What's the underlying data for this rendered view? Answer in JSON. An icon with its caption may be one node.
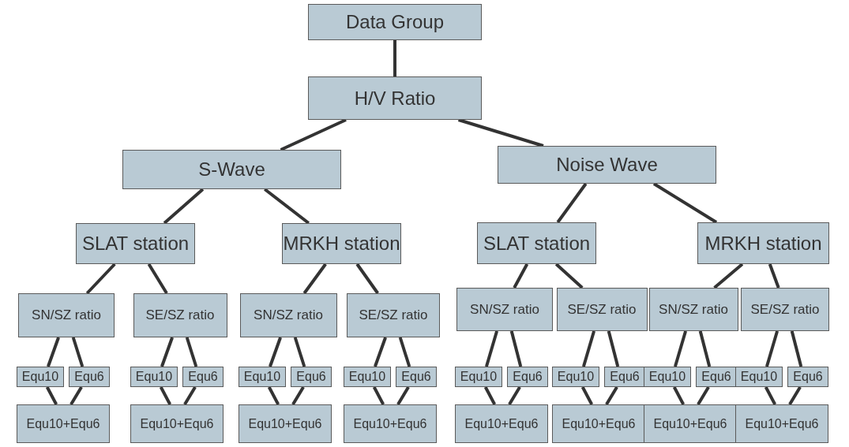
{
  "diagram": {
    "nodes": [
      {
        "text": [
          "Data Group"
        ]
      },
      {
        "text": [
          "H/V Ratio"
        ]
      },
      {
        "text": [
          "S-Wave"
        ]
      },
      {
        "text": [
          "Noise Wave"
        ]
      },
      {
        "text": [
          "SLAT station"
        ]
      },
      {
        "text": [
          "MRKH station"
        ]
      },
      {
        "text": [
          "SLAT station"
        ]
      },
      {
        "text": [
          "MRKH station"
        ]
      },
      {
        "text": [
          "SN/SZ ratio"
        ]
      },
      {
        "text": [
          "SE/SZ ratio"
        ]
      },
      {
        "text": [
          "SN/SZ ratio"
        ]
      },
      {
        "text": [
          "SE/SZ ratio"
        ]
      },
      {
        "text": [
          "SN/SZ ratio"
        ]
      },
      {
        "text": [
          "SE/SZ ratio"
        ]
      },
      {
        "text": [
          "SN/SZ ratio"
        ]
      },
      {
        "text": [
          "SE/SZ ratio"
        ]
      },
      {
        "text": [
          "Equ10"
        ]
      },
      {
        "text": [
          "Equ6"
        ]
      },
      {
        "text": [
          "Equ10"
        ]
      },
      {
        "text": [
          "Equ6"
        ]
      },
      {
        "text": [
          "Equ10"
        ]
      },
      {
        "text": [
          "Equ6"
        ]
      },
      {
        "text": [
          "Equ10"
        ]
      },
      {
        "text": [
          "Equ6"
        ]
      },
      {
        "text": [
          "Equ10"
        ]
      },
      {
        "text": [
          "Equ6"
        ]
      },
      {
        "text": [
          "Equ10"
        ]
      },
      {
        "text": [
          "Equ6"
        ]
      },
      {
        "text": [
          "Equ10"
        ]
      },
      {
        "text": [
          "Equ6"
        ]
      },
      {
        "text": [
          "Equ10"
        ]
      },
      {
        "text": [
          "Equ6"
        ]
      },
      {
        "text": [
          "Equ10+Equ6"
        ]
      },
      {
        "text": [
          "Equ10+Equ6"
        ]
      },
      {
        "text": [
          "Equ10+Equ6"
        ]
      },
      {
        "text": [
          "Equ10+Equ6"
        ]
      },
      {
        "text": [
          "Equ10+Equ6"
        ]
      },
      {
        "text": [
          "Equ10+Equ6"
        ]
      },
      {
        "text": [
          "Equ10+Equ6"
        ]
      },
      {
        "text": [
          "Equ10+Equ6"
        ]
      }
    ],
    "edges": [
      {
        "from": 0,
        "to": 1,
        "arrow": "none"
      },
      {
        "from": 1,
        "to": 2,
        "arrow": "none"
      },
      {
        "from": 1,
        "to": 3,
        "arrow": "none"
      },
      {
        "from": 2,
        "to": 4,
        "arrow": "none"
      },
      {
        "from": 2,
        "to": 5,
        "arrow": "none"
      },
      {
        "from": 3,
        "to": 6,
        "arrow": "none"
      },
      {
        "from": 3,
        "to": 7,
        "arrow": "none"
      },
      {
        "from": 4,
        "to": 8,
        "arrow": "none"
      },
      {
        "from": 4,
        "to": 9,
        "arrow": "none"
      },
      {
        "from": 5,
        "to": 10,
        "arrow": "none"
      },
      {
        "from": 5,
        "to": 11,
        "arrow": "none"
      },
      {
        "from": 6,
        "to": 12,
        "arrow": "none"
      },
      {
        "from": 6,
        "to": 13,
        "arrow": "none"
      },
      {
        "from": 7,
        "to": 14,
        "arrow": "none"
      },
      {
        "from": 7,
        "to": 15,
        "arrow": "none"
      },
      {
        "from": 8,
        "to": 16,
        "arrow": "none"
      },
      {
        "from": 8,
        "to": 17,
        "arrow": "none"
      },
      {
        "from": 9,
        "to": 18,
        "arrow": "none"
      },
      {
        "from": 9,
        "to": 19,
        "arrow": "none"
      },
      {
        "from": 10,
        "to": 20,
        "arrow": "none"
      },
      {
        "from": 10,
        "to": 21,
        "arrow": "none"
      },
      {
        "from": 11,
        "to": 22,
        "arrow": "none"
      },
      {
        "from": 11,
        "to": 23,
        "arrow": "none"
      },
      {
        "from": 12,
        "to": 24,
        "arrow": "none"
      },
      {
        "from": 12,
        "to": 25,
        "arrow": "none"
      },
      {
        "from": 13,
        "to": 26,
        "arrow": "none"
      },
      {
        "from": 13,
        "to": 27,
        "arrow": "none"
      },
      {
        "from": 14,
        "to": 28,
        "arrow": "none"
      },
      {
        "from": 14,
        "to": 29,
        "arrow": "none"
      },
      {
        "from": 15,
        "to": 30,
        "arrow": "none"
      },
      {
        "from": 15,
        "to": 31,
        "arrow": "none"
      },
      {
        "from": 16,
        "to": 32,
        "arrow": "none"
      },
      {
        "from": 17,
        "to": 32,
        "arrow": "none"
      },
      {
        "from": 18,
        "to": 33,
        "arrow": "none"
      },
      {
        "from": 19,
        "to": 33,
        "arrow": "none"
      },
      {
        "from": 20,
        "to": 34,
        "arrow": "none"
      },
      {
        "from": 21,
        "to": 34,
        "arrow": "none"
      },
      {
        "from": 22,
        "to": 35,
        "arrow": "none"
      },
      {
        "from": 23,
        "to": 35,
        "arrow": "none"
      },
      {
        "from": 24,
        "to": 36,
        "arrow": "none"
      },
      {
        "from": 25,
        "to": 36,
        "arrow": "none"
      },
      {
        "from": 26,
        "to": 37,
        "arrow": "none"
      },
      {
        "from": 27,
        "to": 37,
        "arrow": "none"
      },
      {
        "from": 28,
        "to": 38,
        "arrow": "none"
      },
      {
        "from": 29,
        "to": 38,
        "arrow": "none"
      },
      {
        "from": 30,
        "to": 39,
        "arrow": "none"
      },
      {
        "from": 31,
        "to": 39,
        "arrow": "none"
      }
    ]
  }
}
